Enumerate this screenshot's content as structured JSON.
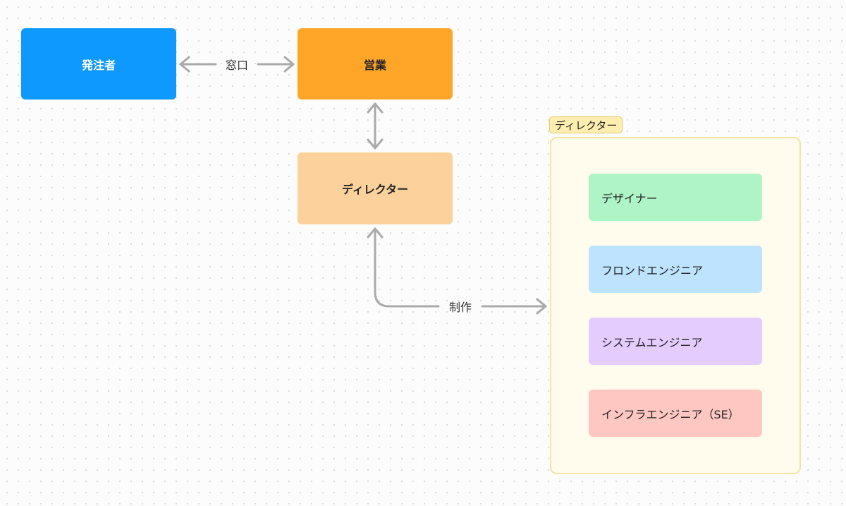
{
  "colors": {
    "client_fill": "#0d99ff",
    "client_text": "#ffffff",
    "sales_fill": "#ffa629",
    "director_fill": "#fcd19c",
    "group_fill": "#fffcee",
    "group_border": "#f6e2a3",
    "group_label_fill": "#ffeeb0",
    "designer_fill": "#aff4c6",
    "front_fill": "#bde3ff",
    "system_fill": "#e4ccff",
    "infra_fill": "#ffc7c2",
    "arrow": "#aaaaaa",
    "node_text": "#222222"
  },
  "nodes": {
    "client": "発注者",
    "sales": "営業",
    "director": "ディレクター"
  },
  "group": {
    "label": "ディレクター",
    "members": {
      "designer": "デザイナー",
      "front": "フロンドエンジニア",
      "system": "システムエンジニア",
      "infra": "インフラエンジニア（SE）"
    }
  },
  "edges": {
    "client_sales": "窓口",
    "director_group": "制作"
  }
}
